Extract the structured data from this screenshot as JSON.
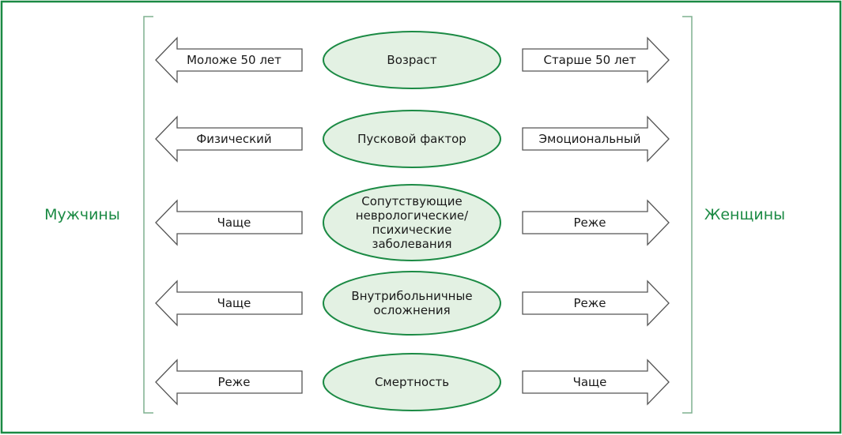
{
  "diagram": {
    "left_label": "Мужчины",
    "right_label": "Женщины",
    "colors": {
      "accent": "#1b8a44",
      "oval_fill": "#e3f1e3",
      "oval_stroke": "#1b8a44",
      "arrow_stroke": "#555555",
      "frame": "#1b8a44",
      "bracket": "#7fb08f"
    },
    "rows": [
      {
        "center": [
          "Возраст"
        ],
        "left": "Моложе 50 лет",
        "right": "Старше 50 лет"
      },
      {
        "center": [
          "Пусковой фактор"
        ],
        "left": "Физический",
        "right": "Эмоциональный"
      },
      {
        "center": [
          "Сопутствующие",
          "неврологические/",
          "психические",
          "заболевания"
        ],
        "left": "Чаще",
        "right": "Реже"
      },
      {
        "center": [
          "Внутрибольничные",
          "осложнения"
        ],
        "left": "Чаще",
        "right": "Реже"
      },
      {
        "center": [
          "Смертность"
        ],
        "left": "Реже",
        "right": "Чаще"
      }
    ]
  }
}
